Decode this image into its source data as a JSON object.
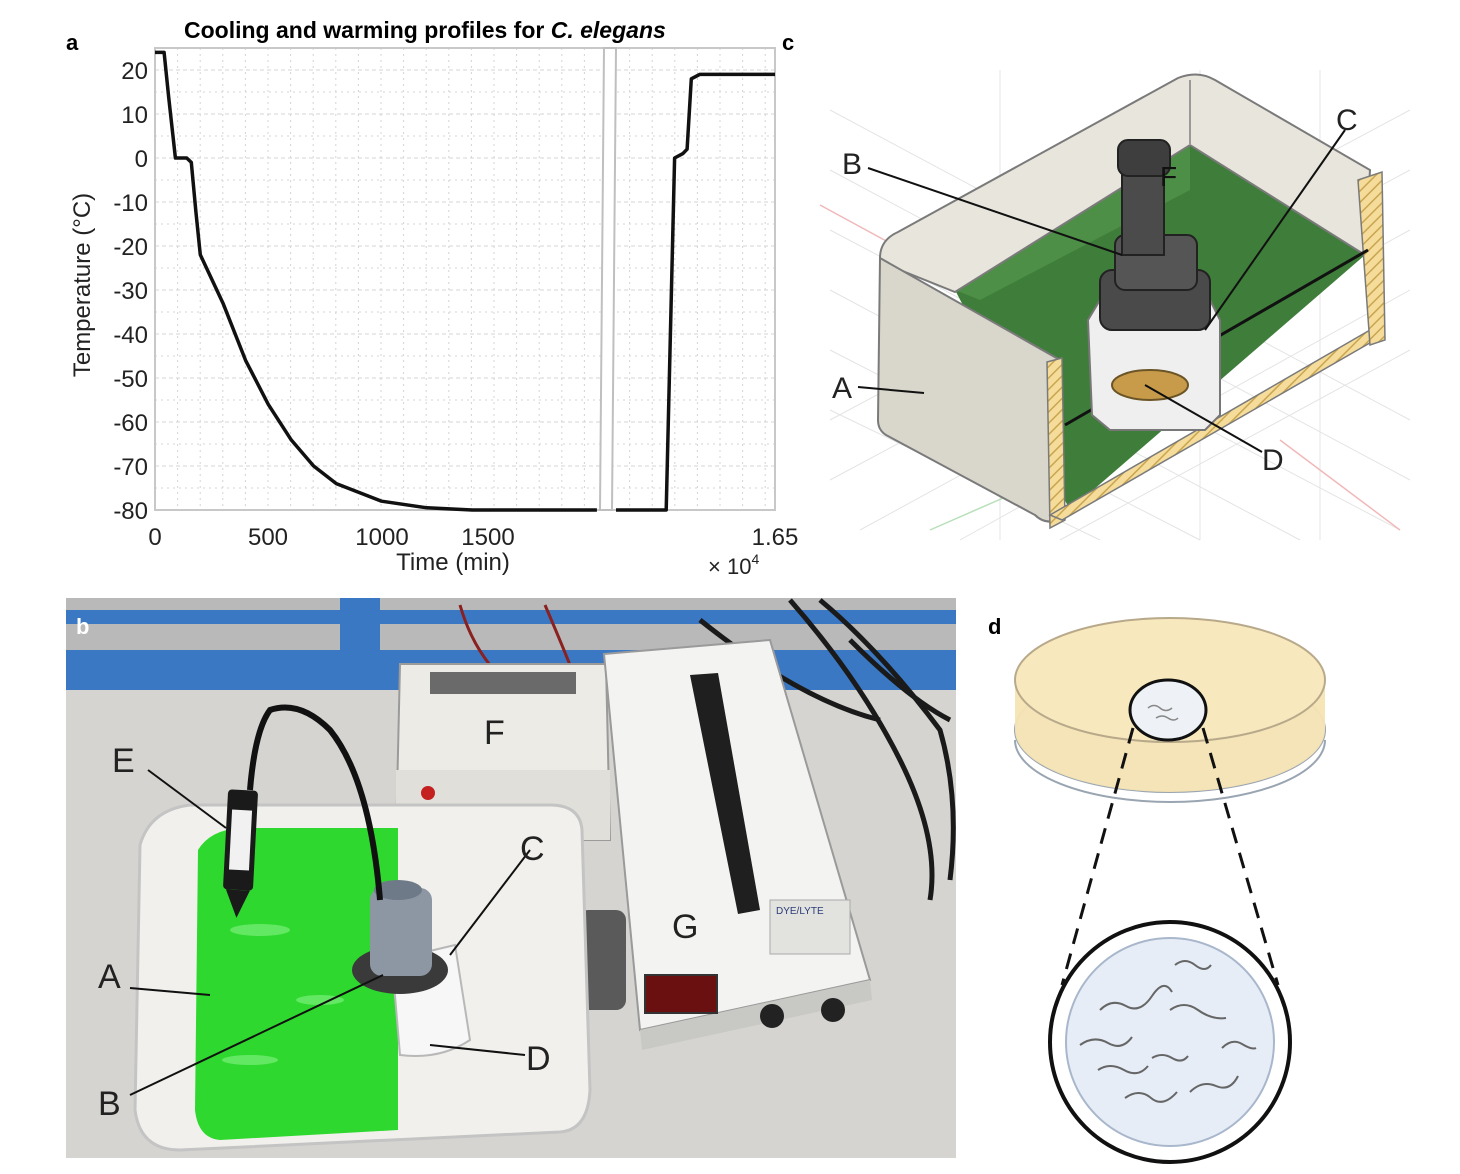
{
  "panels": {
    "a": "a",
    "b": "b",
    "c": "c",
    "d": "d"
  },
  "chart_data": {
    "type": "line",
    "title_prefix": "Cooling and warming profiles for ",
    "title_italic": "C. elegans",
    "xlabel": "Time (min)",
    "ylabel": "Temperature (°C)",
    "ylim": [
      -80,
      25
    ],
    "xlim": [
      0,
      16500
    ],
    "x_tick_labels": [
      "0",
      "500",
      "1000",
      "1500",
      "1.65"
    ],
    "x_multiplier": "× 10",
    "x_multiplier_exp": "4",
    "y_ticks": [
      20,
      10,
      0,
      -10,
      -20,
      -30,
      -40,
      -50,
      -60,
      -70,
      -80
    ],
    "axis_break": true,
    "grid": true,
    "series": [
      {
        "segment": "cooling",
        "x": [
          0,
          40,
          60,
          90,
          120,
          140,
          160,
          180,
          200,
          300,
          400,
          500,
          600,
          700,
          800,
          1000,
          1200,
          1400,
          1600,
          1700,
          1950
        ],
        "y": [
          24,
          24,
          14,
          0,
          0,
          0,
          -1,
          -12,
          -22,
          -33,
          -46,
          -56,
          -64,
          -70,
          -74,
          -78,
          -79.5,
          -80,
          -80,
          -80,
          -80
        ]
      },
      {
        "segment": "warming",
        "x": [
          14600,
          15200,
          15300,
          15400,
          15450,
          15500,
          15600,
          16500
        ],
        "y": [
          -80,
          -80,
          0,
          1,
          2,
          18,
          19,
          19
        ]
      }
    ]
  },
  "panel_b": {
    "labels": [
      "E",
      "F",
      "C",
      "A",
      "G",
      "D",
      "B"
    ],
    "device_brand": "DYE/LYTE"
  },
  "panel_c": {
    "labels": [
      "B",
      "C",
      "A",
      "D"
    ],
    "letter_on_part": "F"
  },
  "colors": {
    "gel_green": "#2ed82e",
    "model_green": "#3f7d3a",
    "agar_yellow": "#f6e4b3",
    "plate_blue": "#d7e3f2",
    "wall_blue": "#3a78c4"
  }
}
